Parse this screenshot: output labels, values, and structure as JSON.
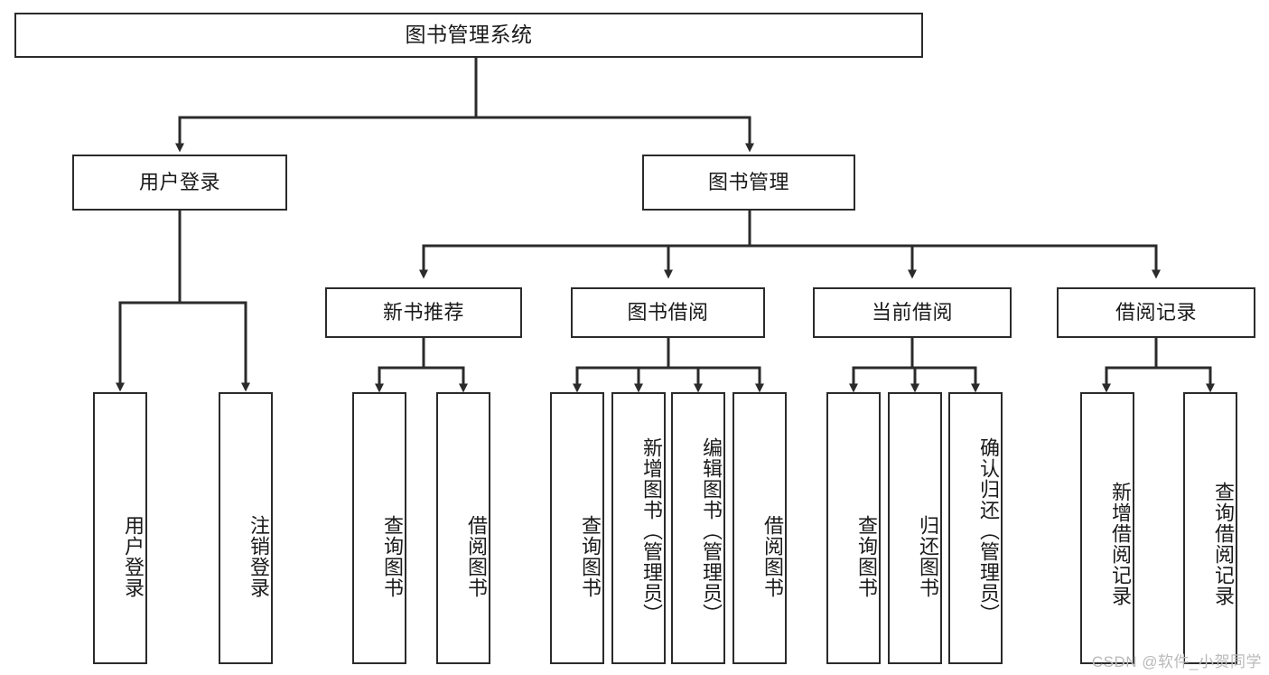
{
  "diagram": {
    "title": "图书管理系统",
    "type": "tree-hierarchy-diagram",
    "colors": {
      "box_border": "#2b2b2b",
      "box_fill": "#ffffff",
      "line": "#2b2b2b",
      "text": "#1a1a1a",
      "watermark": "#b9b9b9"
    },
    "root": {
      "label": "图书管理系统"
    },
    "level2": [
      {
        "label": "用户登录"
      },
      {
        "label": "图书管理"
      }
    ],
    "level3": [
      {
        "label": "新书推荐"
      },
      {
        "label": "图书借阅"
      },
      {
        "label": "当前借阅"
      },
      {
        "label": "借阅记录"
      }
    ],
    "leaves": {
      "user_login": [
        {
          "label": "用户登录"
        },
        {
          "label": "注销登录"
        }
      ],
      "new_book_recommend": [
        {
          "label": "查询图书"
        },
        {
          "label": "借阅图书"
        }
      ],
      "book_borrow": [
        {
          "label": "查询图书"
        },
        {
          "label": "新增图书（管理员）"
        },
        {
          "label": "编辑图书（管理员）"
        },
        {
          "label": "借阅图书"
        }
      ],
      "current_borrow": [
        {
          "label": "查询图书"
        },
        {
          "label": "归还图书"
        },
        {
          "label": "确认归还（管理员）"
        }
      ],
      "borrow_record": [
        {
          "label": "新增借阅记录"
        },
        {
          "label": "查询借阅记录"
        }
      ]
    }
  },
  "watermark": {
    "text": "CSDN @软件_小贺同学"
  }
}
